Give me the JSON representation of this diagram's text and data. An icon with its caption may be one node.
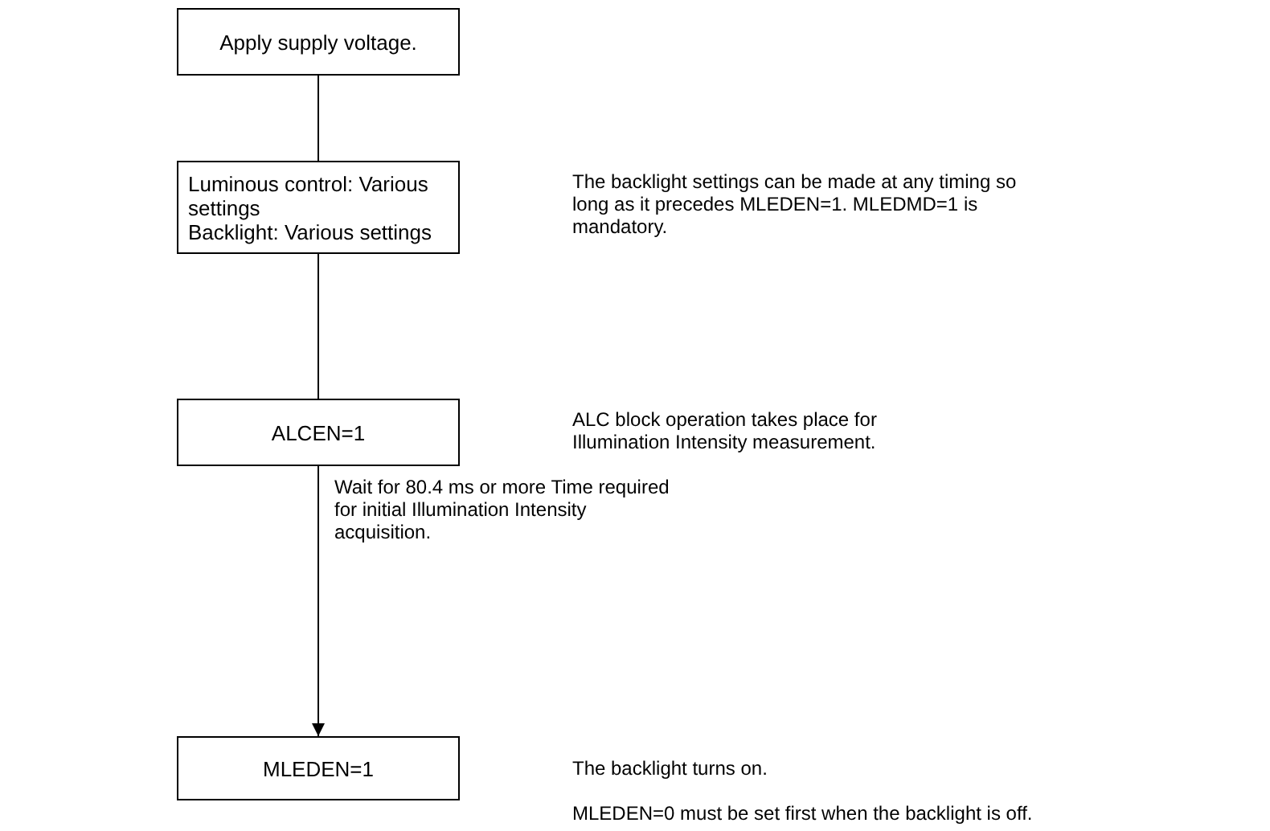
{
  "diagram": {
    "nodes": [
      {
        "text": [
          "Apply supply voltage."
        ]
      },
      {
        "text": [
          "Luminous control: Various settings",
          "Backlight: Various settings"
        ]
      },
      {
        "text": [
          "ALCEN=1"
        ]
      },
      {
        "text": [
          "MLEDEN=1"
        ],
        "beside": [
          "The backlight turns on.",
          "MLEDEN=0 must be set first when the backlight is off."
        ]
      }
    ],
    "edges": [
      {
        "from": 0,
        "to": 1,
        "arrow": "none"
      },
      {
        "from": 1,
        "to": 2,
        "arrow": "none"
      },
      {
        "from": 2,
        "to": 3,
        "arrow": "to",
        "label": "Wait for 80.4 ms or more Time required for initial Illumination Intensity acquisition."
      }
    ],
    "labels": [
      "The backlight settings can be made at any timing so long as it precedes MLEDEN=1. MLEDMD=1 is mandatory.",
      "ALC block operation takes place for Illumination Intensity measurement."
    ]
  }
}
